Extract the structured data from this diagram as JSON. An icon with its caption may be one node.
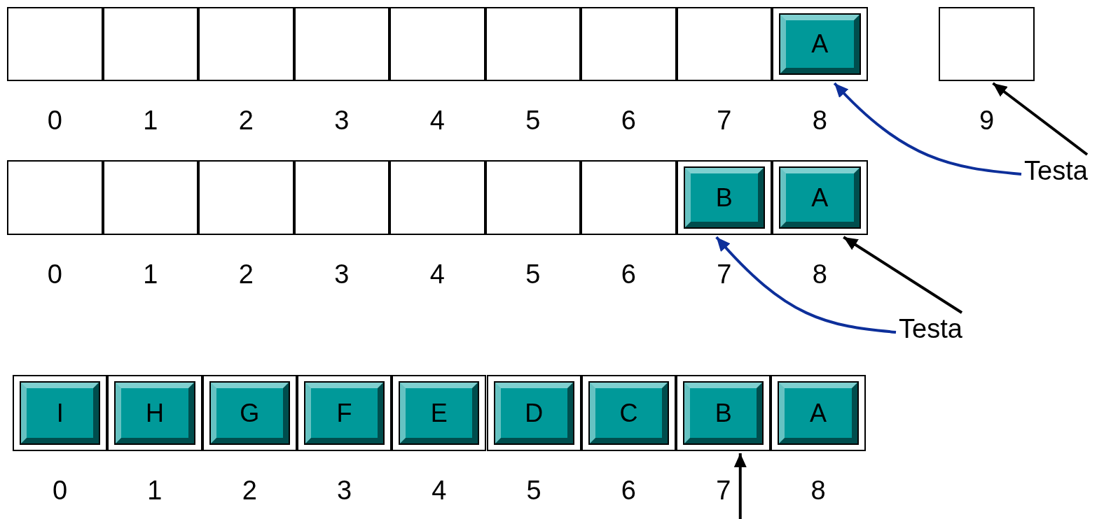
{
  "diagram": {
    "nodes": [
      {
        "text": [],
        "shape": "box",
        "beside": [
          "0"
        ]
      },
      {
        "text": [],
        "shape": "box",
        "beside": [
          "1"
        ]
      },
      {
        "text": [],
        "shape": "box",
        "beside": [
          "2"
        ]
      },
      {
        "text": [],
        "shape": "box",
        "beside": [
          "3"
        ]
      },
      {
        "text": [],
        "shape": "box",
        "beside": [
          "4"
        ]
      },
      {
        "text": [],
        "shape": "box",
        "beside": [
          "5"
        ]
      },
      {
        "text": [],
        "shape": "box",
        "beside": [
          "6"
        ]
      },
      {
        "text": [],
        "shape": "box",
        "beside": [
          "7"
        ]
      },
      {
        "text": [],
        "shape": "box",
        "beside": [
          "8"
        ]
      },
      {
        "text": [
          "A"
        ],
        "in": 8
      },
      {
        "text": [],
        "shape": "box",
        "beside": [
          "9"
        ]
      },
      {
        "text": [
          "Testa"
        ]
      },
      {
        "text": [],
        "shape": "box",
        "beside": [
          "0"
        ]
      },
      {
        "text": [],
        "shape": "box",
        "beside": [
          "1"
        ]
      },
      {
        "text": [],
        "shape": "box",
        "beside": [
          "2"
        ]
      },
      {
        "text": [],
        "shape": "box",
        "beside": [
          "3"
        ]
      },
      {
        "text": [],
        "shape": "box",
        "beside": [
          "4"
        ]
      },
      {
        "text": [],
        "shape": "box",
        "beside": [
          "5"
        ]
      },
      {
        "text": [],
        "shape": "box",
        "beside": [
          "6"
        ]
      },
      {
        "text": [],
        "shape": "box",
        "beside": [
          "7"
        ]
      },
      {
        "text": [],
        "shape": "box",
        "beside": [
          "8"
        ]
      },
      {
        "text": [
          "B"
        ],
        "in": 19
      },
      {
        "text": [
          "A"
        ],
        "in": 20
      },
      {
        "text": [
          "Testa"
        ]
      },
      {
        "text": [],
        "shape": "box",
        "beside": [
          "0"
        ]
      },
      {
        "text": [],
        "shape": "box",
        "beside": [
          "1"
        ]
      },
      {
        "text": [],
        "shape": "box",
        "beside": [
          "2"
        ]
      },
      {
        "text": [],
        "shape": "box",
        "beside": [
          "3"
        ]
      },
      {
        "text": [],
        "shape": "box",
        "beside": [
          "4"
        ]
      },
      {
        "text": [],
        "shape": "box",
        "beside": [
          "5"
        ]
      },
      {
        "text": [],
        "shape": "box",
        "beside": [
          "6"
        ]
      },
      {
        "text": [],
        "shape": "box",
        "beside": [
          "7"
        ]
      },
      {
        "text": [],
        "shape": "box",
        "beside": [
          "8"
        ]
      },
      {
        "text": [
          "I"
        ],
        "in": 24
      },
      {
        "text": [
          "H"
        ],
        "in": 25
      },
      {
        "text": [
          "G"
        ],
        "in": 26
      },
      {
        "text": [
          "F"
        ],
        "in": 27
      },
      {
        "text": [
          "E"
        ],
        "in": 28
      },
      {
        "text": [
          "D"
        ],
        "in": 29
      },
      {
        "text": [
          "C"
        ],
        "in": 30
      },
      {
        "text": [
          "B"
        ],
        "in": 31
      },
      {
        "text": [
          "A"
        ],
        "in": 32
      }
    ],
    "edges": [
      {
        "from": 11,
        "to": 8,
        "arrow": "to",
        "color": "#0d2f9a"
      },
      {
        "from": 11,
        "to": 10,
        "arrow": "to"
      },
      {
        "from": 23,
        "to": 19,
        "arrow": "to",
        "color": "#0d2f9a"
      },
      {
        "from": 23,
        "to": 20,
        "arrow": "to"
      },
      {
        "from": null,
        "to": 31,
        "arrow": "to"
      }
    ]
  }
}
